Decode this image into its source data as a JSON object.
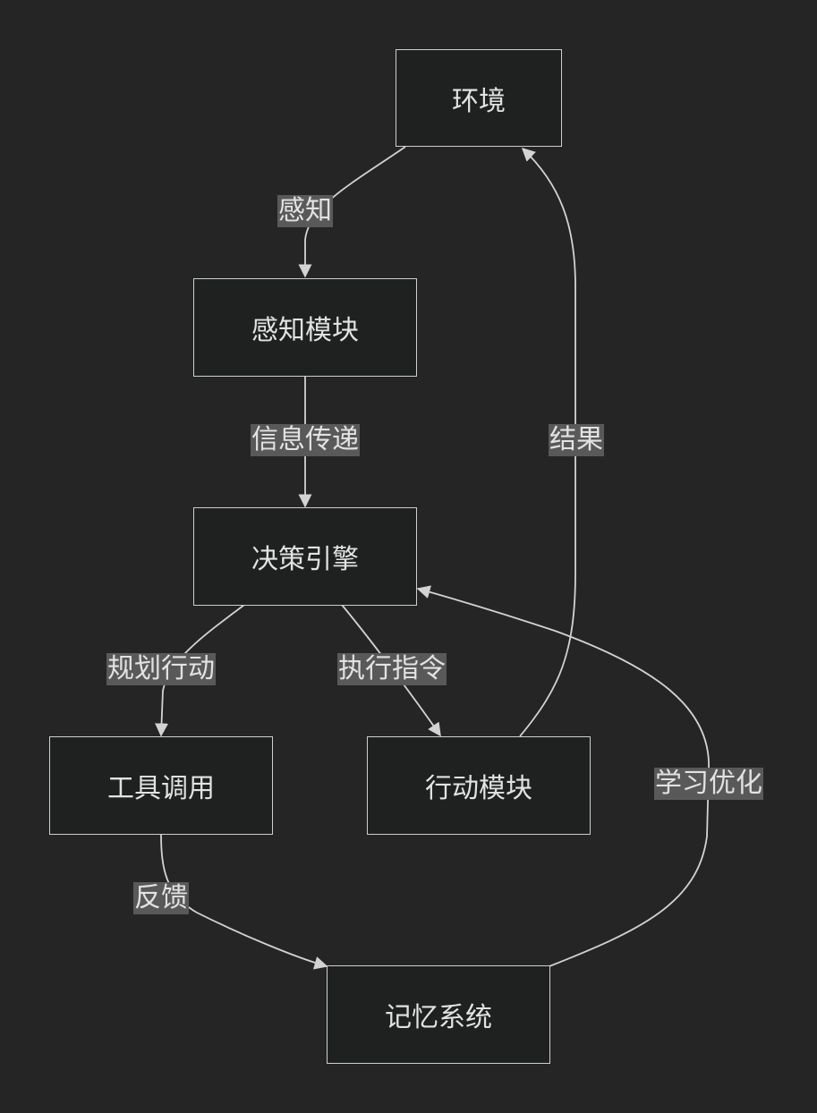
{
  "nodes": {
    "environment": "环境",
    "perception_module": "感知模块",
    "decision_engine": "决策引擎",
    "tool_call": "工具调用",
    "action_module": "行动模块",
    "memory_system": "记忆系统"
  },
  "edges": {
    "perceive": "感知",
    "info_transfer": "信息传递",
    "result": "结果",
    "plan_action": "规划行动",
    "execute_command": "执行指令",
    "feedback": "反馈",
    "learn_optimize": "学习优化"
  },
  "colors": {
    "background": "#252525",
    "node_fill": "#1f2020",
    "node_border": "#cfcfcf",
    "edge": "#d3d3d3",
    "label_bg": "#595959",
    "text": "#e2e2e2"
  }
}
